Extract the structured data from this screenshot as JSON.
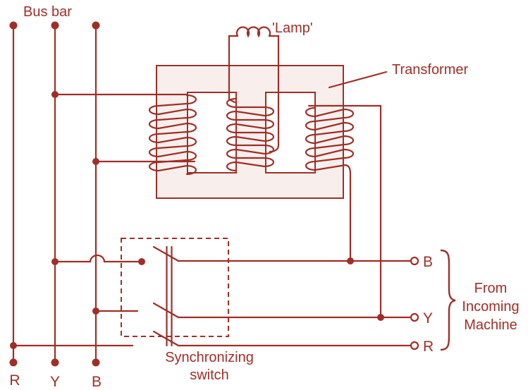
{
  "diagram": {
    "type": "circuit-diagram",
    "subject": "Synchronization of alternator using lamp and transformer",
    "labels": {
      "bus_bar": "Bus bar",
      "lamp": "'Lamp'",
      "transformer": "Transformer",
      "sync_line1": "Synchronizing",
      "sync_line2": "switch",
      "incoming_line1": "From",
      "incoming_line2": "Incoming",
      "incoming_line3": "Machine"
    },
    "bus_phases": {
      "r": "R",
      "y": "Y",
      "b": "B"
    },
    "incoming_terminals": {
      "b": "B",
      "y": "Y",
      "r": "R"
    },
    "colors": {
      "line": "#9e2f28",
      "transformer_fill": "#f8efed",
      "core_fill": "#ffffff",
      "background": "#ffffff"
    }
  }
}
